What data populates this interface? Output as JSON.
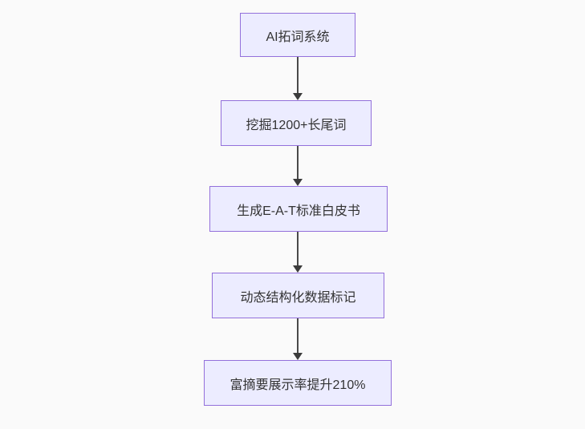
{
  "diagram": {
    "type": "flowchart",
    "direction": "top-down",
    "nodes": [
      {
        "id": "n1",
        "label": "AI拓词系统"
      },
      {
        "id": "n2",
        "label": "挖掘1200+长尾词"
      },
      {
        "id": "n3",
        "label": "生成E-A-T标准白皮书"
      },
      {
        "id": "n4",
        "label": "动态结构化数据标记"
      },
      {
        "id": "n5",
        "label": "富摘要展示率提升210%"
      }
    ],
    "edges": [
      {
        "from": "n1",
        "to": "n2"
      },
      {
        "from": "n2",
        "to": "n3"
      },
      {
        "from": "n3",
        "to": "n4"
      },
      {
        "from": "n4",
        "to": "n5"
      }
    ],
    "colors": {
      "node_fill": "#ECECFF",
      "node_border": "#9370DB",
      "node_text": "#333333",
      "arrow": "#3B3B3B",
      "background": "#FAFAFA"
    }
  }
}
